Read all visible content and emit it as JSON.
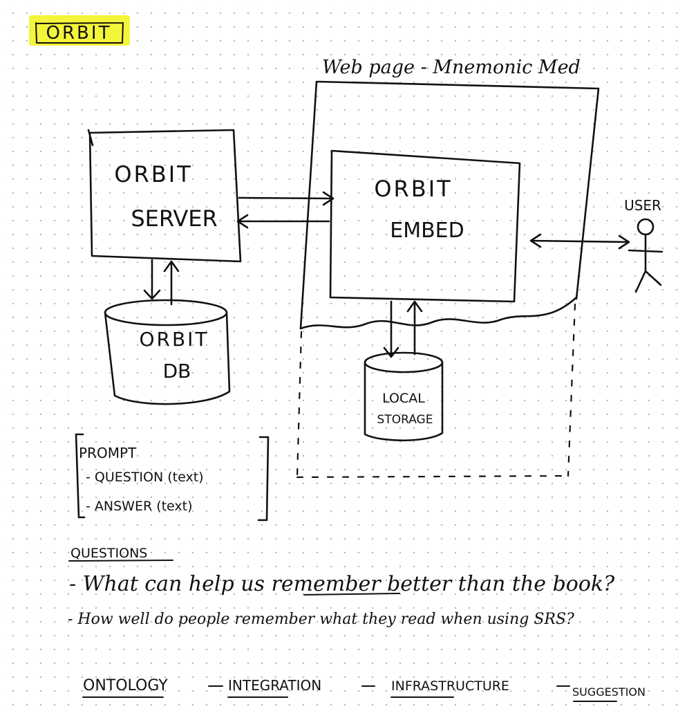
{
  "title": "ORBIT",
  "highlight_color": "#f3f53a",
  "webpage_label": "Web page - Mnemonic Med",
  "orbit_server": {
    "line1": "ORBIT",
    "line2": "SERVER"
  },
  "orbit_db": {
    "line1": "ORBIT",
    "line2": "DB"
  },
  "orbit_embed": {
    "line1": "ORBIT",
    "line2": "EMBED"
  },
  "local_storage": {
    "line1": "LOCAL",
    "line2": "STORAGE"
  },
  "user_label": "USER",
  "prompt_schema": {
    "header": "PROMPT",
    "fields": [
      "- QUESTION (text)",
      "- ANSWER (text)"
    ]
  },
  "questions": {
    "heading": "QUESTIONS",
    "items": [
      "- What can help us remember better than the book?",
      "- How well do people remember what they read when using SRS?"
    ]
  },
  "topics": [
    "ONTOLOGY",
    "INTEGRATION",
    "INFRASTRUCTURE",
    "SUGGESTION"
  ]
}
